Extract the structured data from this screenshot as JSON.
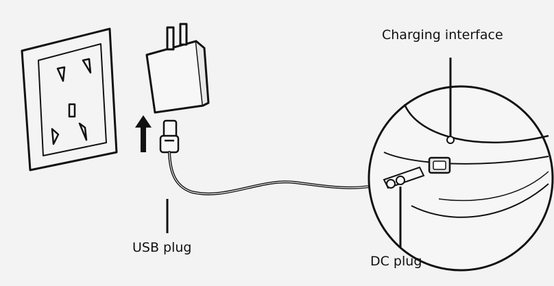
{
  "labels": {
    "charging_interface": "Charging interface",
    "usb_plug": "USB plug",
    "dc_plug": "DC plug"
  },
  "colors": {
    "background": "#f3f3f3",
    "ink": "#111111"
  }
}
